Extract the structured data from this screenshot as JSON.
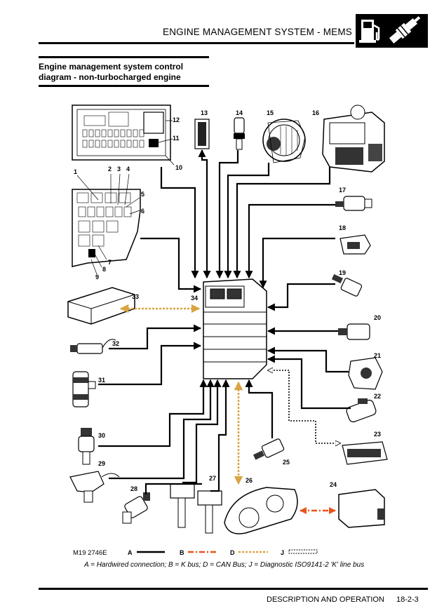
{
  "header": {
    "title": "ENGINE MANAGEMENT SYSTEM - MEMS",
    "icon_left": "fuel-pump-icon",
    "icon_right": "spark-plug-icon"
  },
  "section": {
    "title_line1": "Engine management system control",
    "title_line2": "diagram - non-turbocharged engine"
  },
  "diagram": {
    "components": [
      {
        "label": "1"
      },
      {
        "label": "2"
      },
      {
        "label": "3"
      },
      {
        "label": "4"
      },
      {
        "label": "5"
      },
      {
        "label": "6"
      },
      {
        "label": "7"
      },
      {
        "label": "8"
      },
      {
        "label": "9"
      },
      {
        "label": "10"
      },
      {
        "label": "11"
      },
      {
        "label": "12"
      },
      {
        "label": "13"
      },
      {
        "label": "14"
      },
      {
        "label": "15"
      },
      {
        "label": "16"
      },
      {
        "label": "17"
      },
      {
        "label": "18"
      },
      {
        "label": "19"
      },
      {
        "label": "20"
      },
      {
        "label": "21"
      },
      {
        "label": "22"
      },
      {
        "label": "23"
      },
      {
        "label": "24"
      },
      {
        "label": "25"
      },
      {
        "label": "26"
      },
      {
        "label": "27"
      },
      {
        "label": "28"
      },
      {
        "label": "29"
      },
      {
        "label": "30"
      },
      {
        "label": "31"
      },
      {
        "label": "32"
      },
      {
        "label": "33"
      },
      {
        "label": "34"
      }
    ],
    "figure_code": "M19 2746E",
    "colors": {
      "hardwired": "#000000",
      "k_bus": "#e8541a",
      "can_bus": "#d9a441",
      "diag_line": "#000000"
    }
  },
  "legend": {
    "a": "A",
    "b": "B",
    "d": "D",
    "j": "J",
    "caption": "A = Hardwired connection; B = K bus; D = CAN Bus; J = Diagnostic ISO9141-2 'K' line bus"
  },
  "footer": {
    "section": "DESCRIPTION AND OPERATION",
    "page": "18-2-3"
  }
}
